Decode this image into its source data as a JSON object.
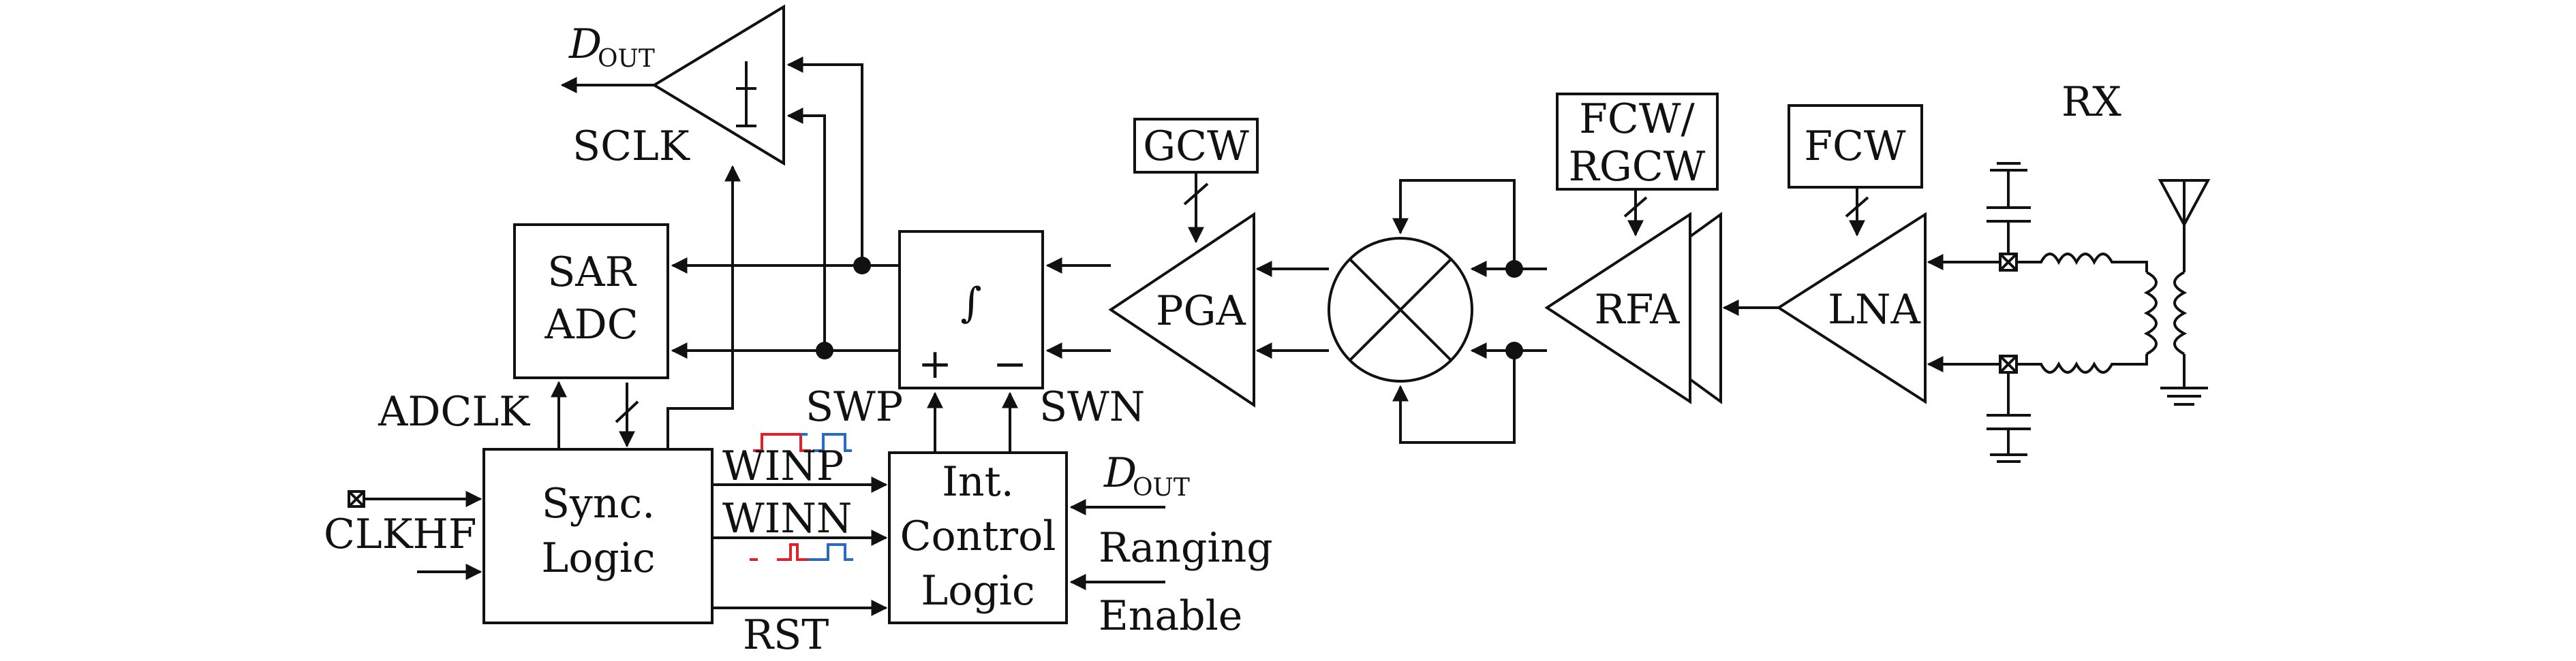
{
  "title": "",
  "labels": {
    "dout_top": {
      "main": "D",
      "sub": "OUT"
    },
    "sclk": "SCLK",
    "sar_adc": [
      "SAR",
      "ADC"
    ],
    "integrator": "∫",
    "int_plus": "+",
    "int_minus": "−",
    "pga": "PGA",
    "gcw": "GCW",
    "rfa": "RFA",
    "fcw_rgcw": [
      "FCW/",
      "RGCW"
    ],
    "lna": "LNA",
    "fcw": "FCW",
    "rx": "RX",
    "adclk": "ADCLK",
    "swp": "SWP",
    "swn": "SWN",
    "clkhf": "CLKHF",
    "sync_logic": [
      "Sync.",
      "Logic"
    ],
    "winp": "WINP",
    "winn": "WINN",
    "rst": "RST",
    "int_control": [
      "Int.",
      "Control",
      "Logic"
    ],
    "dout_right": {
      "main": "D",
      "sub": "OUT"
    },
    "ranging": "Ranging",
    "enable": "Enable"
  },
  "colors": {
    "winp_trace": "#e0202a",
    "winn_trace": "#2a6bbf"
  }
}
